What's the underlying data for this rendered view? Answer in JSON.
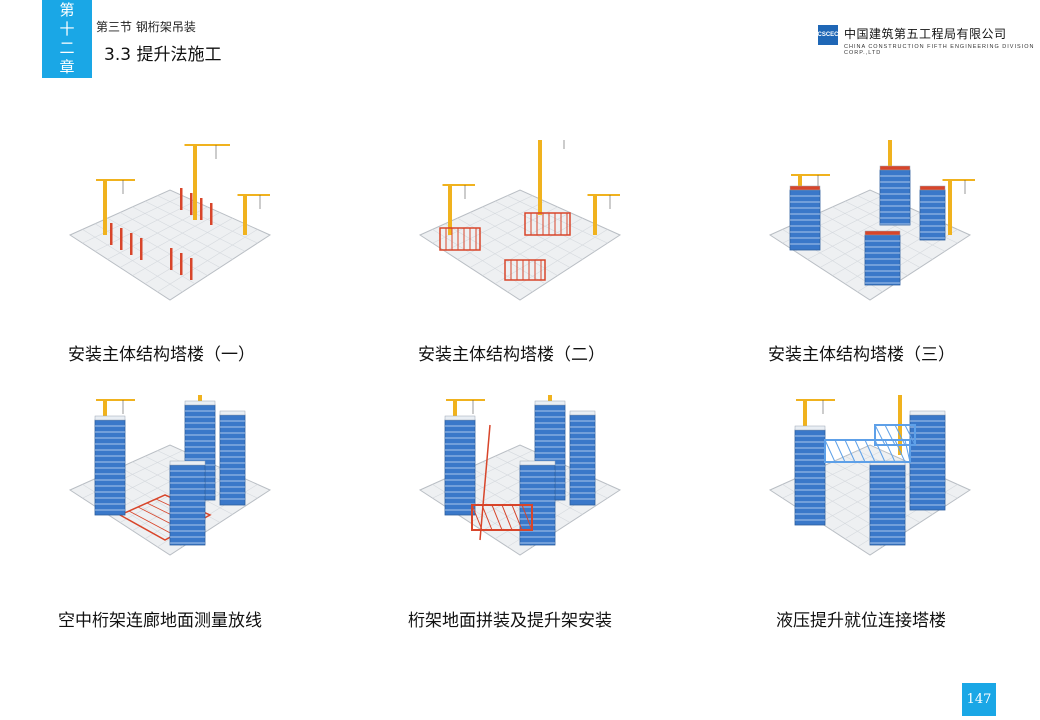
{
  "header": {
    "chapter_chars": [
      "第",
      "十",
      "二",
      "章"
    ],
    "section": "第三节 钢桁架吊装",
    "subsection": "3.3 提升法施工"
  },
  "logo": {
    "mark": "CSCEC",
    "company_cn": "中国建筑第五工程局有限公司",
    "company_en": "CHINA CONSTRUCTION FIFTH ENGINEERING DIVISION CORP.,LTD"
  },
  "steps": [
    {
      "caption": "安装主体结构塔楼（一）",
      "image": "isometric-site-columns"
    },
    {
      "caption": "安装主体结构塔楼（二）",
      "image": "isometric-site-low-frames"
    },
    {
      "caption": "安装主体结构塔楼（三）",
      "image": "isometric-site-mid-towers"
    },
    {
      "caption": "空中桁架连廊地面测量放线",
      "image": "isometric-site-layout-grid"
    },
    {
      "caption": "桁架地面拼装及提升架安装",
      "image": "isometric-site-truss-assembly"
    },
    {
      "caption": "液压提升就位连接塔楼",
      "image": "isometric-site-truss-lifted"
    }
  ],
  "colors": {
    "accent": "#1aa7e6",
    "tower": "#3a78c9",
    "steel_red": "#d8452a",
    "crane": "#f0b21e",
    "lifted_truss": "#5ea0e8"
  },
  "page_number": "147"
}
